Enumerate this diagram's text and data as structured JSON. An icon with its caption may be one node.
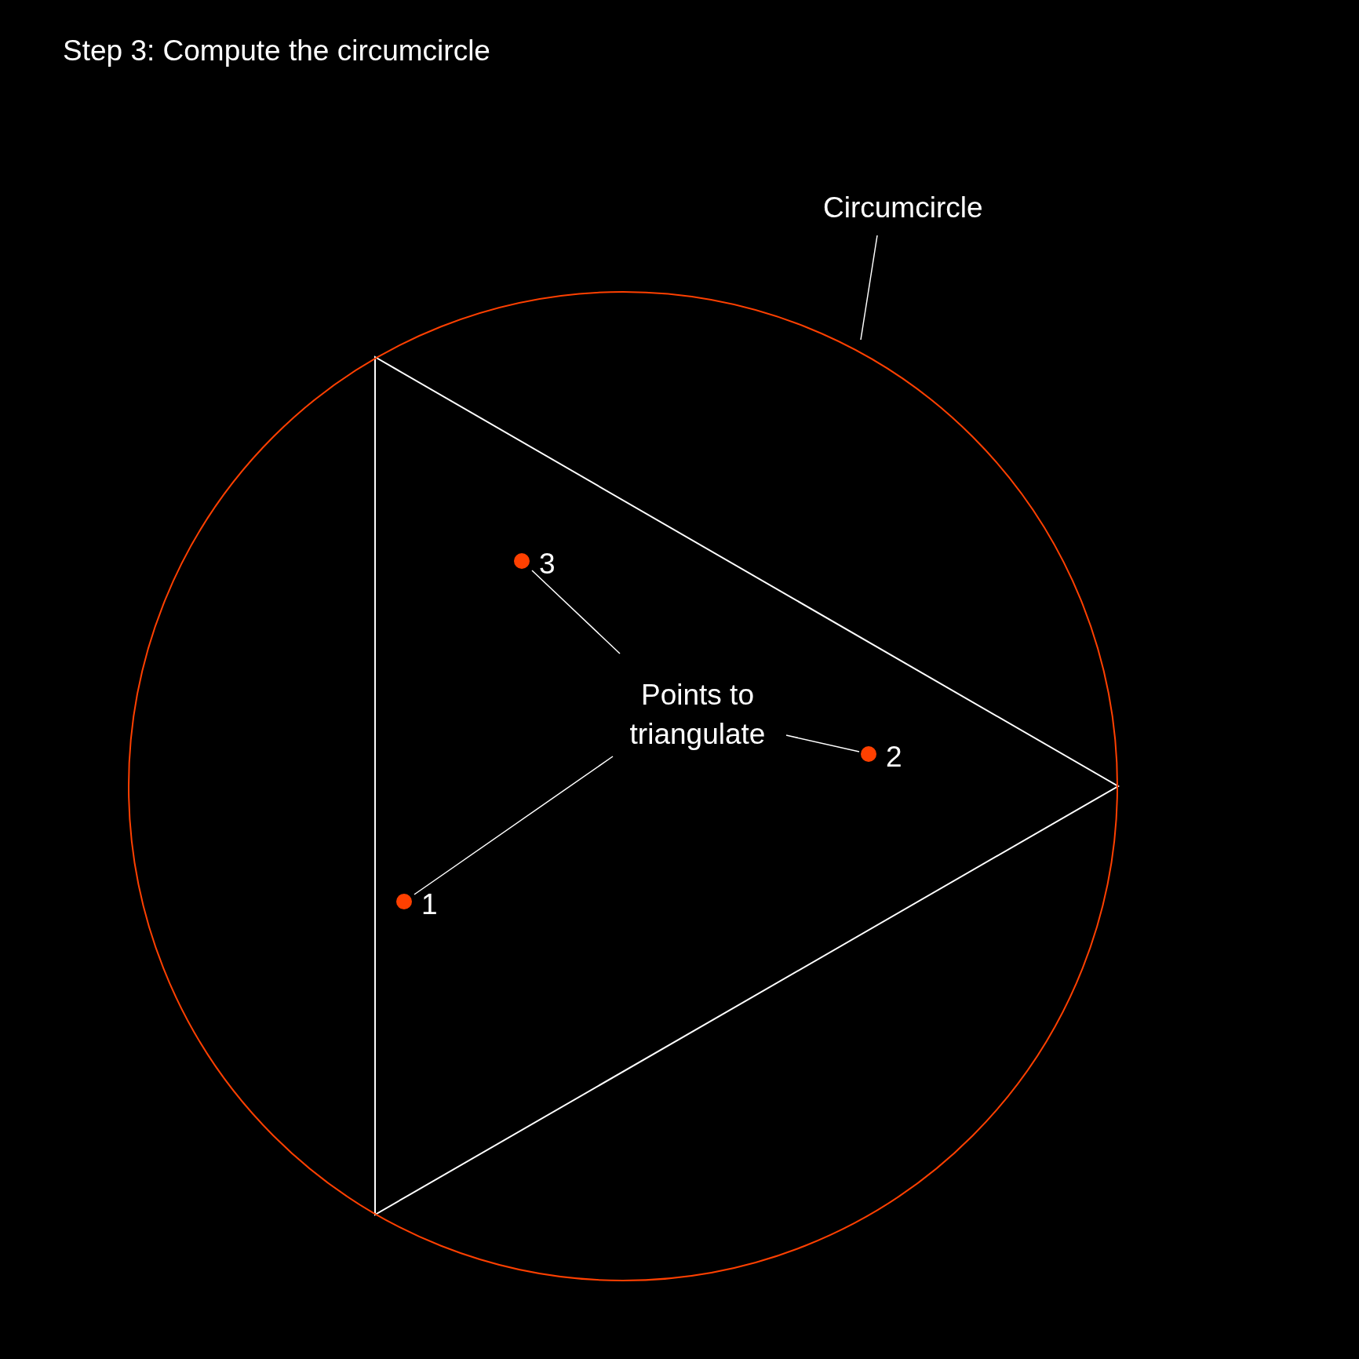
{
  "diagram": {
    "title": "Step 3: Compute the circumcircle",
    "nodes": [
      {
        "text": [
          "Circumcircle"
        ]
      },
      {
        "text": [],
        "shape": "circle"
      },
      {
        "text": [],
        "shape": "circle",
        "beside": [
          "3"
        ],
        "in": 1
      },
      {
        "text": [
          "Points to triangulate"
        ],
        "in": 1
      },
      {
        "text": [],
        "shape": "circle",
        "beside": [
          "2"
        ],
        "in": 1
      },
      {
        "text": [],
        "shape": "circle",
        "beside": [
          "1"
        ],
        "in": 1
      }
    ],
    "edges": [
      {
        "from": 0,
        "to": 1,
        "arrow": "none"
      },
      {
        "from": 3,
        "to": 2,
        "arrow": "none"
      },
      {
        "from": 3,
        "to": 4,
        "arrow": "none"
      },
      {
        "from": 3,
        "to": 5,
        "arrow": "none"
      }
    ]
  }
}
